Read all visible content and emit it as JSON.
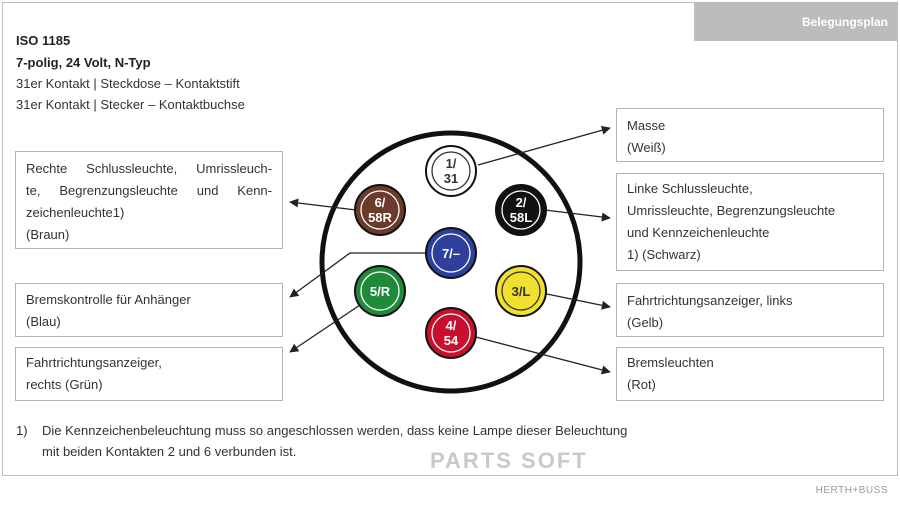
{
  "header": {
    "tab_label": "Belegungsplan",
    "title": "ISO 1185",
    "subtitle": "7-polig, 24 Volt, N-Typ",
    "line1": "31er Kontakt | Steckdose – Kontaktstift",
    "line2": "31er Kontakt | Stecker – Kontaktbuchse"
  },
  "boxes": {
    "rechte": {
      "l1": "Rechte Schlussleuchte, Umrissleuch-",
      "l2": "te, Begrenzungsleuchte und Kenn-",
      "l3": "zeichenleuchte1)",
      "l4": "(Braun)"
    },
    "bremskontrolle": {
      "l1": "Bremskontrolle für Anhänger",
      "l2": "(Blau)"
    },
    "fahrt_rechts": {
      "l1": "Fahrtrichtungsanzeiger,",
      "l2": "rechts (Grün)"
    },
    "masse": {
      "l1": "Masse",
      "l2": "(Weiß)"
    },
    "linke": {
      "l1": "Linke Schlussleuchte,",
      "l2": "Umrissleuchte, Begrenzungsleuchte",
      "l3": "und Kennzeichenleuchte",
      "l4": "1) (Schwarz)"
    },
    "fahrt_links": {
      "l1": "Fahrtrichtungsanzeiger, links",
      "l2": "(Gelb)"
    },
    "bremsleuchten": {
      "l1": "Bremsleuchten",
      "l2": "(Rot)"
    }
  },
  "pins": [
    {
      "id": "pin-1-31",
      "l1": "1/",
      "l2": "31",
      "color": "#ffffff",
      "text_color": "#333333"
    },
    {
      "id": "pin-6-58r",
      "l1": "6/",
      "l2": "58R",
      "color": "#6b3a2a",
      "text_color": "#ffffff"
    },
    {
      "id": "pin-2-58l",
      "l1": "2/",
      "l2": "58L",
      "color": "#111111",
      "text_color": "#ffffff"
    },
    {
      "id": "pin-7",
      "l1": "7/–",
      "l2": "",
      "color": "#2f3f9e",
      "text_color": "#ffffff"
    },
    {
      "id": "pin-5-r",
      "l1": "5/R",
      "l2": "",
      "color": "#1f8a3a",
      "text_color": "#ffffff"
    },
    {
      "id": "pin-3-l",
      "l1": "3/L",
      "l2": "",
      "color": "#f0e030",
      "text_color": "#333333"
    },
    {
      "id": "pin-4-54",
      "l1": "4/",
      "l2": "54",
      "color": "#c8102e",
      "text_color": "#ffffff"
    }
  ],
  "footnote": {
    "num": "1)",
    "text1": "Die Kennzeichenbeleuchtung muss so angeschlossen werden, dass keine Lampe dieser Beleuchtung",
    "text2": "mit beiden Kontakten 2 und 6 verbunden ist."
  },
  "watermark": "PARTS SOFT",
  "brand": "HERTH+BUSS"
}
